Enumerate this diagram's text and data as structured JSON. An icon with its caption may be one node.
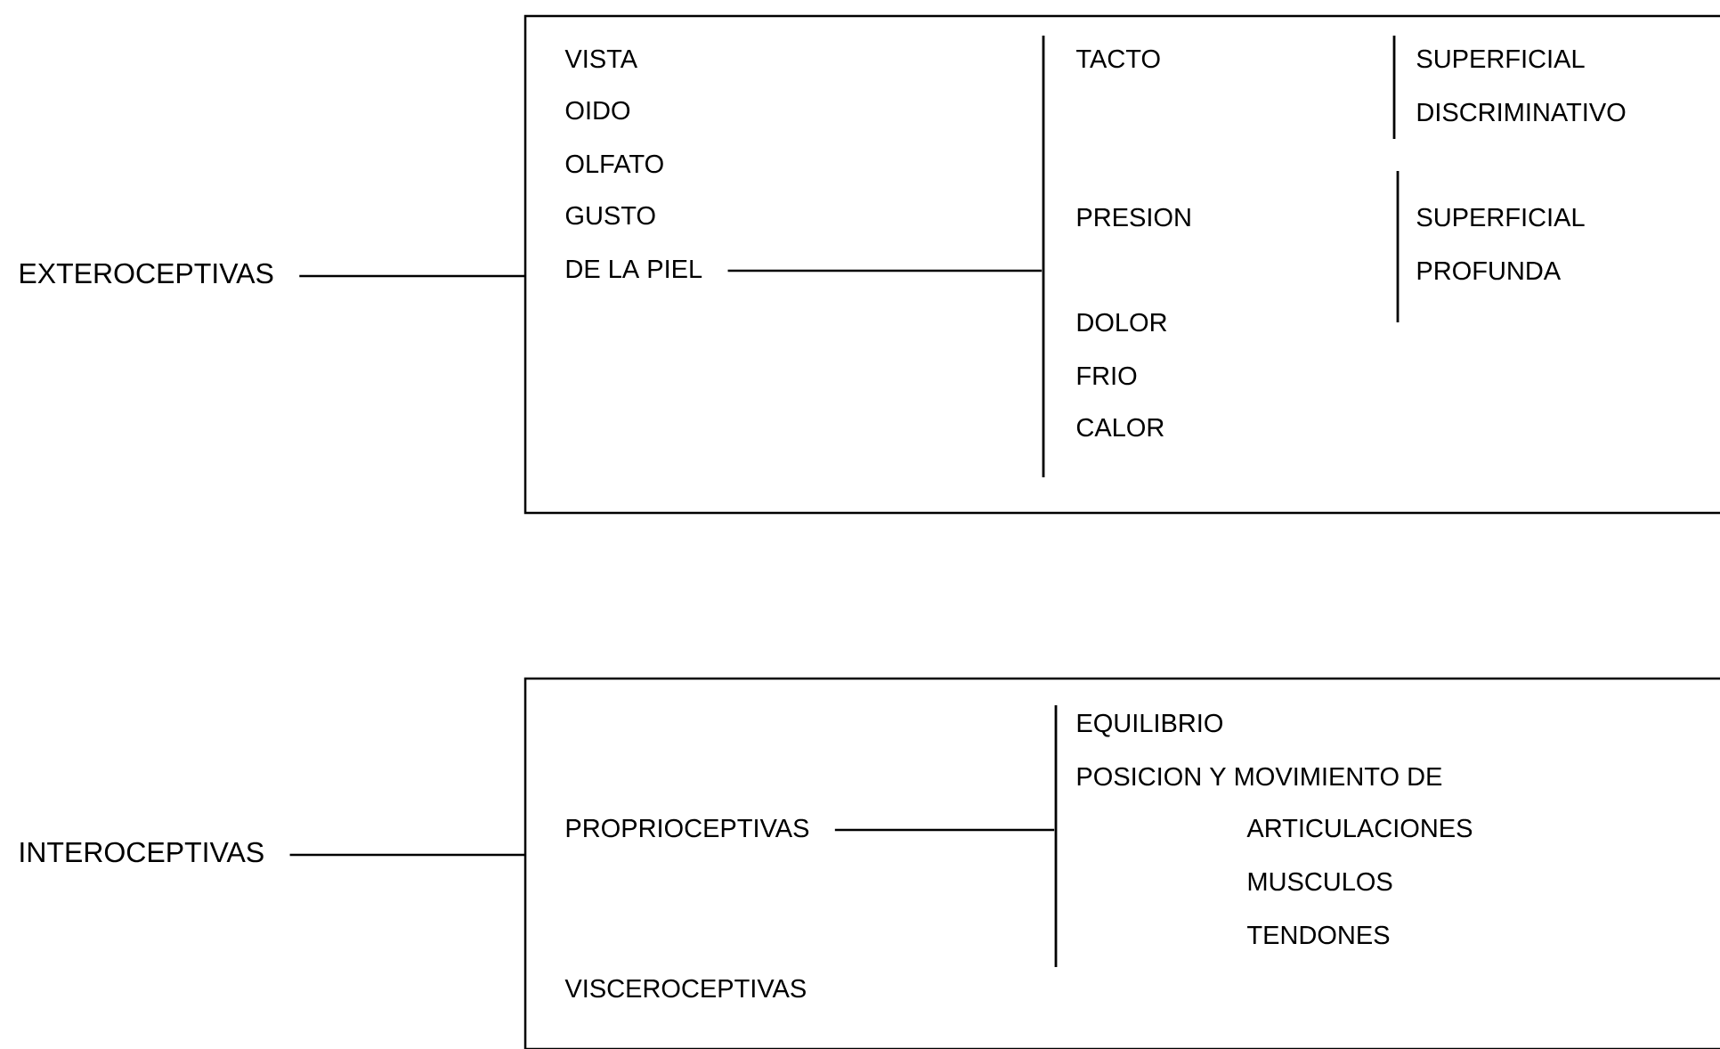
{
  "diagram": {
    "nodes": [
      {
        "text": [
          "EXTEROCEPTIVAS"
        ]
      },
      {
        "text": [],
        "shape": "box"
      },
      {
        "text": [
          "VISTA"
        ],
        "in": 1
      },
      {
        "text": [
          "OIDO"
        ],
        "in": 1
      },
      {
        "text": [
          "OLFATO"
        ],
        "in": 1
      },
      {
        "text": [
          "GUSTO"
        ],
        "in": 1
      },
      {
        "text": [
          "DE LA PIEL"
        ],
        "in": 1
      },
      {
        "text": [],
        "shape": "bar",
        "in": 1
      },
      {
        "text": [
          "TACTO"
        ],
        "in": 1
      },
      {
        "text": [
          "PRESION"
        ],
        "in": 1
      },
      {
        "text": [
          "DOLOR"
        ],
        "in": 1
      },
      {
        "text": [
          "FRIO"
        ],
        "in": 1
      },
      {
        "text": [
          "CALOR"
        ],
        "in": 1
      },
      {
        "text": [
          "SUPERFICIAL"
        ],
        "in": 1
      },
      {
        "text": [
          "DISCRIMINATIVO"
        ],
        "in": 1
      },
      {
        "text": [
          "SUPERFICIAL"
        ],
        "in": 1
      },
      {
        "text": [
          "PROFUNDA"
        ],
        "in": 1
      },
      {
        "text": [
          "INTEROCEPTIVAS"
        ]
      },
      {
        "text": [],
        "shape": "box"
      },
      {
        "text": [
          "PROPRIOCEPTIVAS"
        ],
        "in": 18
      },
      {
        "text": [],
        "shape": "bar",
        "in": 18
      },
      {
        "text": [
          "EQUILIBRIO"
        ],
        "in": 18
      },
      {
        "text": [
          "POSICION Y MOVIMIENTO DE"
        ],
        "in": 18
      },
      {
        "text": [
          "ARTICULACIONES"
        ],
        "in": 18
      },
      {
        "text": [
          "MUSCULOS"
        ],
        "in": 18
      },
      {
        "text": [
          "TENDONES"
        ],
        "in": 18
      },
      {
        "text": [
          "VISCEROCEPTIVAS"
        ],
        "in": 18
      }
    ],
    "edges": [
      {
        "from": 0,
        "to": 1,
        "arrow": "none"
      },
      {
        "from": 6,
        "to": 7,
        "arrow": "none"
      },
      {
        "from": 17,
        "to": 18,
        "arrow": "none"
      },
      {
        "from": 19,
        "to": 20,
        "arrow": "none"
      }
    ]
  }
}
